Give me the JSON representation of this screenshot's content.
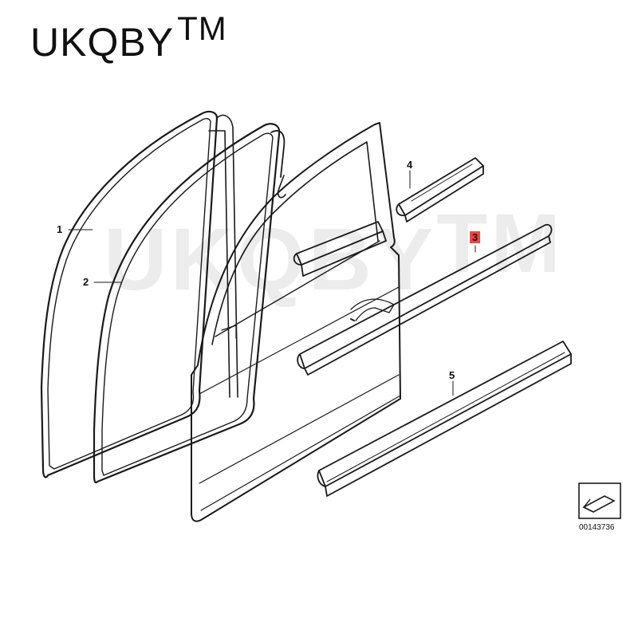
{
  "brand": {
    "name": "UKQBY",
    "trademark": "TM"
  },
  "watermark": {
    "name": "UKQBY",
    "trademark": "TM"
  },
  "callouts": [
    {
      "id": "1",
      "label": "1",
      "part": "door-opening-seal"
    },
    {
      "id": "2",
      "label": "2",
      "part": "door-seal"
    },
    {
      "id": "3",
      "label": "3",
      "part": "door-moulding",
      "highlighted": true
    },
    {
      "id": "4",
      "label": "4",
      "part": "window-channel-strip"
    },
    {
      "id": "5",
      "label": "5",
      "part": "sill-trim-strip"
    }
  ],
  "diagram_code": "00143736",
  "colors": {
    "line": "#1a1a1a",
    "highlight": "#e8484a",
    "background": "#ffffff"
  },
  "icons": [
    "arrow-box-icon"
  ]
}
